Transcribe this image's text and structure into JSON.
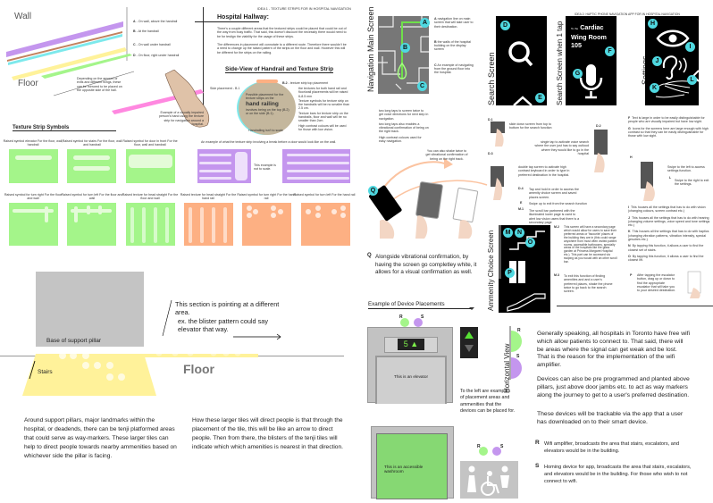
{
  "idea1": {
    "header": "IDEA 1 - TEXTURE STRIPS FOR IN HOSPITAL NAVIGATION",
    "wall_label": "Wall",
    "floor_label": "Floor",
    "placements": [
      {
        "letter": "A",
        "text": "- On wall, above the handrail"
      },
      {
        "letter": "B",
        "text": "- At the handrail"
      },
      {
        "letter": "C",
        "text": "- On wall under handrail"
      },
      {
        "letter": "D",
        "text": "- On floor, right under handrail"
      }
    ],
    "exits_note": "Depending on the amount of exits and different wings, these can be mirrored to be placed on the opposite side of the hall.",
    "hallway": {
      "title": "Hospital Hallway:",
      "p1": "There's a couple different areas that the textured strips could be placed that could be out of the way from busy traffic.  That said, this doesn't discount the necessity there would need to be for testign the viability for the usage of these strips.",
      "p2": "The differences in placement will connotate to a different route.  Therefore there wouldn't be a need to change up the raised pattern of the strips on the floor and wall.  However this will be different for the strips on the railing."
    },
    "side_view": {
      "title": "Side-View of Handrail and Texture Strip",
      "b1_label": "Side placement - B.1",
      "b2_label": "B.2",
      "b2_text": "- texture strip top placement",
      "circle_line1": "Possible placement for the texture strips on the",
      "circle_big": "hand railing",
      "circle_line2": "involves being on the top (B.2) or on the side (B.1).",
      "not_to_scale": "Handrailing isn't to scale",
      "hand_caption": "Example of a visually impaired person's hand using the texture strip for navigation around a hospital.",
      "notes": [
        "the textures for both hand rail and floor/wall placements will be raised 6-8.5 mm",
        "Texture symbols for texture strip on the handrails will be no smaller than 2.5 cm.",
        "Texture bars for texture strip on the handrails, floor and wall will be no smaller than 2cm.",
        "High contrast colours will be used for those with low vision."
      ]
    },
    "symbols": {
      "title": "Texture Strip Symbols",
      "row1": [
        {
          "caption": "Raised symbol elevator For the floor, wall, handrail"
        },
        {
          "caption": "Raised symbol for stairs For the floor, wall and handrail"
        },
        {
          "caption": "Raised symbol for door in front For the floor, wall and handrail"
        }
      ],
      "break_example": {
        "caption": "An example of what the texture strip involving a break before a door would look like on the wall.",
        "note": "This example is not to scale."
      },
      "row2": [
        {
          "caption": "Raised symbol for turn right For the floor and wall"
        },
        {
          "caption": "Raised symbol for turn left For the floor and wall"
        },
        {
          "caption": "Raised texture for head straight For the floor and wall"
        },
        {
          "caption": "Raised texture for head straight For the hand rail"
        },
        {
          "caption": "Raised symbol for turn right For the hand rail"
        },
        {
          "caption": "Raised symbol for turn left For the hand rail"
        }
      ]
    },
    "pillar": {
      "label": "Base of support pillar",
      "stairs": "Stairs",
      "floor": "Floor",
      "note1": "This section is pointing at a different area.",
      "note2": "ex. the blister pattern could say elevator that way.",
      "para1": "Around support pillars, major landmarks within the hospital, or deadends, there can be tenji platformed areas that could serve as way-markers.  These larger tiles can help to direct people towards nearby ammenities based on whichever side the pillar is facing.",
      "para2": "How these larger tiles will direct people is that through the placement of the tile, this will be like an arrow to direct people.  Then from there, the blisters of the tenji tiles will indicate which which amenities is nearest in that direction."
    }
  },
  "idea2": {
    "header": "IDEA 2: HAPTIC PHONE NAVIGATION APP FOR IN HOSPITAL NAVIGATION",
    "screens": {
      "nav_main": "Navigation Main Screen",
      "search": "Search Screen",
      "search_tap": "Search Screen when 1 tap",
      "settings": "Settings",
      "amenity": "Ammenity Choice Screen",
      "horizontal": "Horizontal View"
    },
    "destination": {
      "prefix": "To the",
      "line1": "Cardiac",
      "line2": "Wing Room",
      "line3": "105"
    },
    "nav_notes": [
      {
        "letter": "A",
        "text": "navigation line on main screen that will take user to their destination."
      },
      {
        "letter": "B",
        "text": "the walls of the hospital building on the display screen"
      },
      {
        "letter": "C",
        "text": "An example of navigating from the ground floor into the hospital."
      }
    ],
    "nav_extra": [
      "two long taps to screen twice to get voice directions for next step in navigation.",
      "two long taps also enables a vibrational confirmation of being on the right track.",
      "High contrast colours used for easy navigation."
    ],
    "shake_note": "You can also shake twice to get vibrational confirmation of being on the right track.",
    "q_note": {
      "letter": "Q",
      "text": "Alongside vibrational confirmation, by having the screen go completley white, it allows for a visual confirmation as well."
    },
    "gestures": [
      {
        "letter": "D.1",
        "text": "slide down screen from top to bottom for the search function"
      },
      {
        "letter": "D.2",
        "text": "single tap to activate voice search where the user just has to say outloud where they would like to go in the hospital"
      },
      {
        "letter": "D.3",
        "text": "double tap screen to activate high contrast keyboard in order to type in preferred destination in the hospital."
      },
      {
        "letter": "D.4",
        "text": "Tap and hold in order to access the amenity choice screen and saved places screen."
      },
      {
        "letter": "E",
        "text": "Swipe up to exit from the search function"
      },
      {
        "letter": "M.1",
        "text": "The scroll bar partnered with the illuminated lower page is used to alert low vision users that there is a secondary page"
      },
      {
        "letter": "M.2",
        "text": "This screen will have a secondary page which would allow for users to save their preferred areas or 'favourite' places of the building they are in (this could range anywhere from most often visited patient rooms, accessible bathrooms, specialty areas of the hospitals like the glass garden at Princess Margaret Hospital etc.). This part can be accessed via swiping as you would with an other scroll bar."
      },
      {
        "letter": "M.3",
        "text": "To exit this function of finding amenities and and a user's preferred places, shake the phone twice to go back to the search screen."
      }
    ],
    "settings_notes": [
      {
        "letter": "F",
        "text": "Text is large in order to be easily distinguishable for people who are visually impaired but have low sight."
      },
      {
        "letter": "G",
        "text": "Icons for the screens here are large enough with high contrast so that they can be easily distinguishable for those with low sight."
      },
      {
        "letter": "H",
        "text": "Swipe to the left  to access settings function."
      },
      {
        "letter": "L",
        "text": "Swipe to the right to exit the settings."
      },
      {
        "letter": "I",
        "text": "This houses all the settings that has to do with vision (changing colours, screen contrast etc.)"
      },
      {
        "letter": "J",
        "text": "This houses all the settings that has to do with hearing (changing volume settings, voice speed and tone settings etc.)"
      },
      {
        "letter": "K",
        "text": "This houses all the settings that has to do with haptics (changing vibration patterns, vibration intensity, special gesutres etc.)"
      },
      {
        "letter": "N",
        "text": "By tapping this function, it allows a user to find the closest set of stairs."
      },
      {
        "letter": "O",
        "text": "By tapping this function, it allows a user to find the closest lift."
      },
      {
        "letter": "P",
        "text": "After tapping the escalator button, drag up or down to find the appropriate escalator that will take you to your desired destination."
      }
    ],
    "devices": {
      "title": "Example of Device Placements",
      "elevator_floor": "5",
      "elevator": "This is an elevator",
      "washroom": "This is an accessible washroom",
      "left_note": "To the left are examples of placement areas and ammenities that the devices can be placed for.",
      "r": "R",
      "s": "S",
      "p1": "Generally speaking, all hospitals in Toronto have free wifi which allow patients to connect to.  That said, there will be areas where the signal can get weak and be lost.  That is the reason for the implementation of the wifi amplifier.",
      "p2": "Devices can also be pre programmed and planted above pillars, just above door jambs etc. to act as way markers along the journey to get to a user's preferred destination.",
      "p3": "These devices will be trackable via the app that a user has downloaded on to their smart device.",
      "r_text": "Wifi amplifier, broadcasts the area that stairs, escalators, and elevators would be in the building.",
      "s_text": "Homing device for app, broadcasts the area that stairs, escalators, and elevators would be in the building.  For those who wish to not connect to wifi."
    }
  },
  "colors": {
    "green": "#a4f58a",
    "orange": "#fdb083",
    "purple": "#c496ee",
    "yellow": "#fff29a",
    "cyan": "#4fd8e0",
    "nav_line": "#6fe04a"
  }
}
